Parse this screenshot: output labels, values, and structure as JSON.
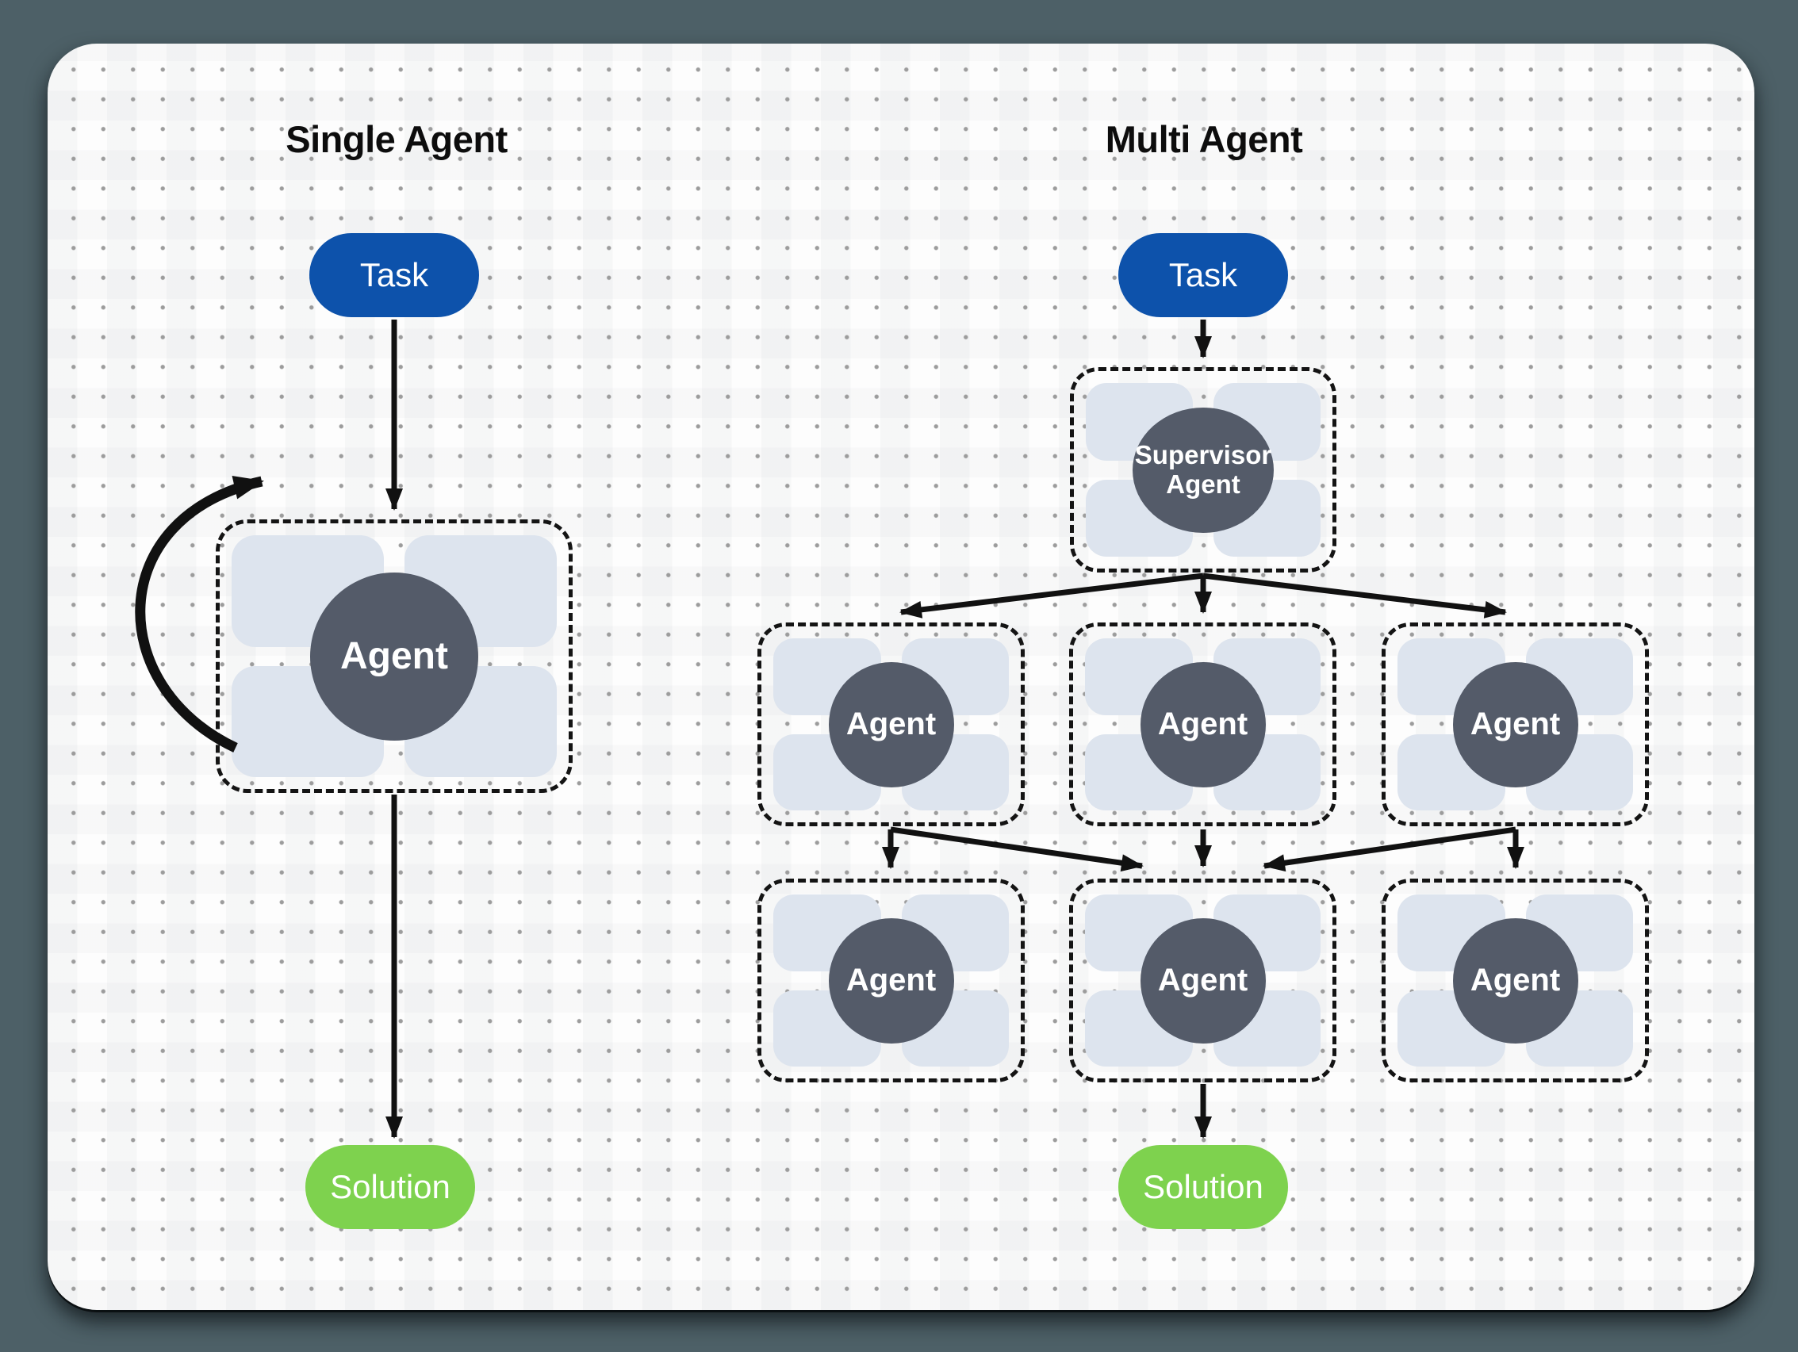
{
  "single": {
    "title": "Single Agent",
    "task_label": "Task",
    "agent_label": "Agent",
    "solution_label": "Solution"
  },
  "multi": {
    "title": "Multi Agent",
    "task_label": "Task",
    "supervisor_label": "Supervisor Agent",
    "agents": [
      {
        "label": "Agent"
      },
      {
        "label": "Agent"
      },
      {
        "label": "Agent"
      },
      {
        "label": "Agent"
      },
      {
        "label": "Agent"
      },
      {
        "label": "Agent"
      }
    ],
    "solution_label": "Solution"
  },
  "colors": {
    "outer_background": "#4d6067",
    "card_background": "#fdfdfd",
    "dot_grid": "#9c9c9c",
    "task_blue": "#0d52ab",
    "solution_green": "#7ed24e",
    "agent_circle_gray": "#545b69",
    "tool_block_gray": "#dde4ee",
    "line_ink": "#111111"
  }
}
